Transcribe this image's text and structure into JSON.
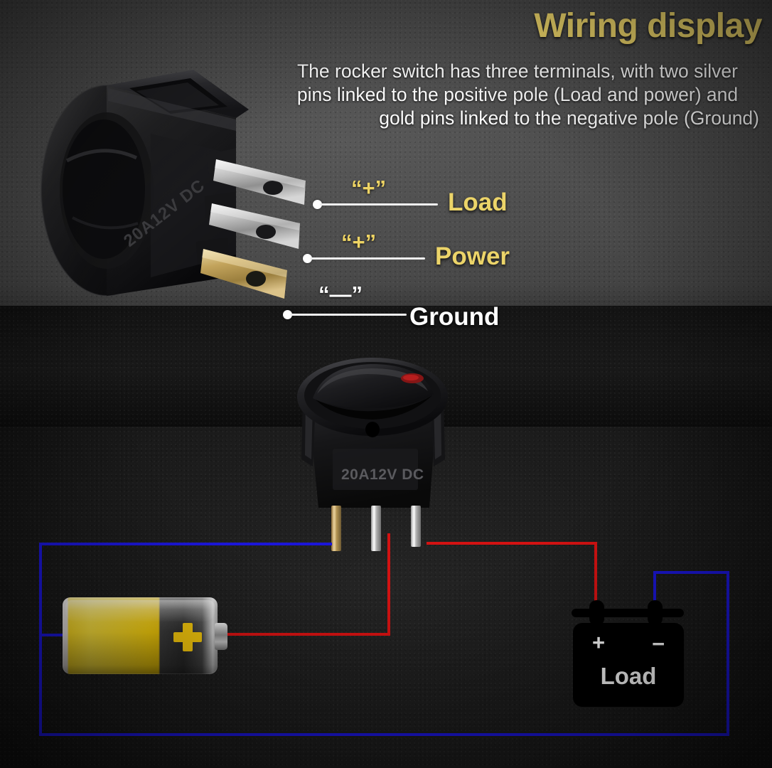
{
  "header": {
    "title": "Wiring display",
    "description_lines": [
      "The rocker switch has three terminals, with two silver",
      "pins linked to the positive pole (Load and power) and",
      "gold pins linked to the negative pole (Ground)"
    ]
  },
  "callouts": [
    {
      "symbol": "“+”",
      "label": "Load",
      "symbol_color": "#eed464",
      "label_color": "#ecd469"
    },
    {
      "symbol": "“+”",
      "label": "Power",
      "symbol_color": "#eed464",
      "label_color": "#ecd469"
    },
    {
      "symbol": "“—”",
      "label": "Ground",
      "symbol_color": "#ffffff",
      "label_color": "#ffffff"
    }
  ],
  "switches": {
    "big_switch_marking": "20A12V DC",
    "round_switch_marking": "20A12V DC"
  },
  "diagram": {
    "battery_plus_symbol": "+",
    "load_plus_symbol": "+",
    "load_minus_symbol": "−",
    "load_label": "Load",
    "wire_colors": {
      "positive": "#d31212",
      "negative": "#1b16d8"
    }
  }
}
